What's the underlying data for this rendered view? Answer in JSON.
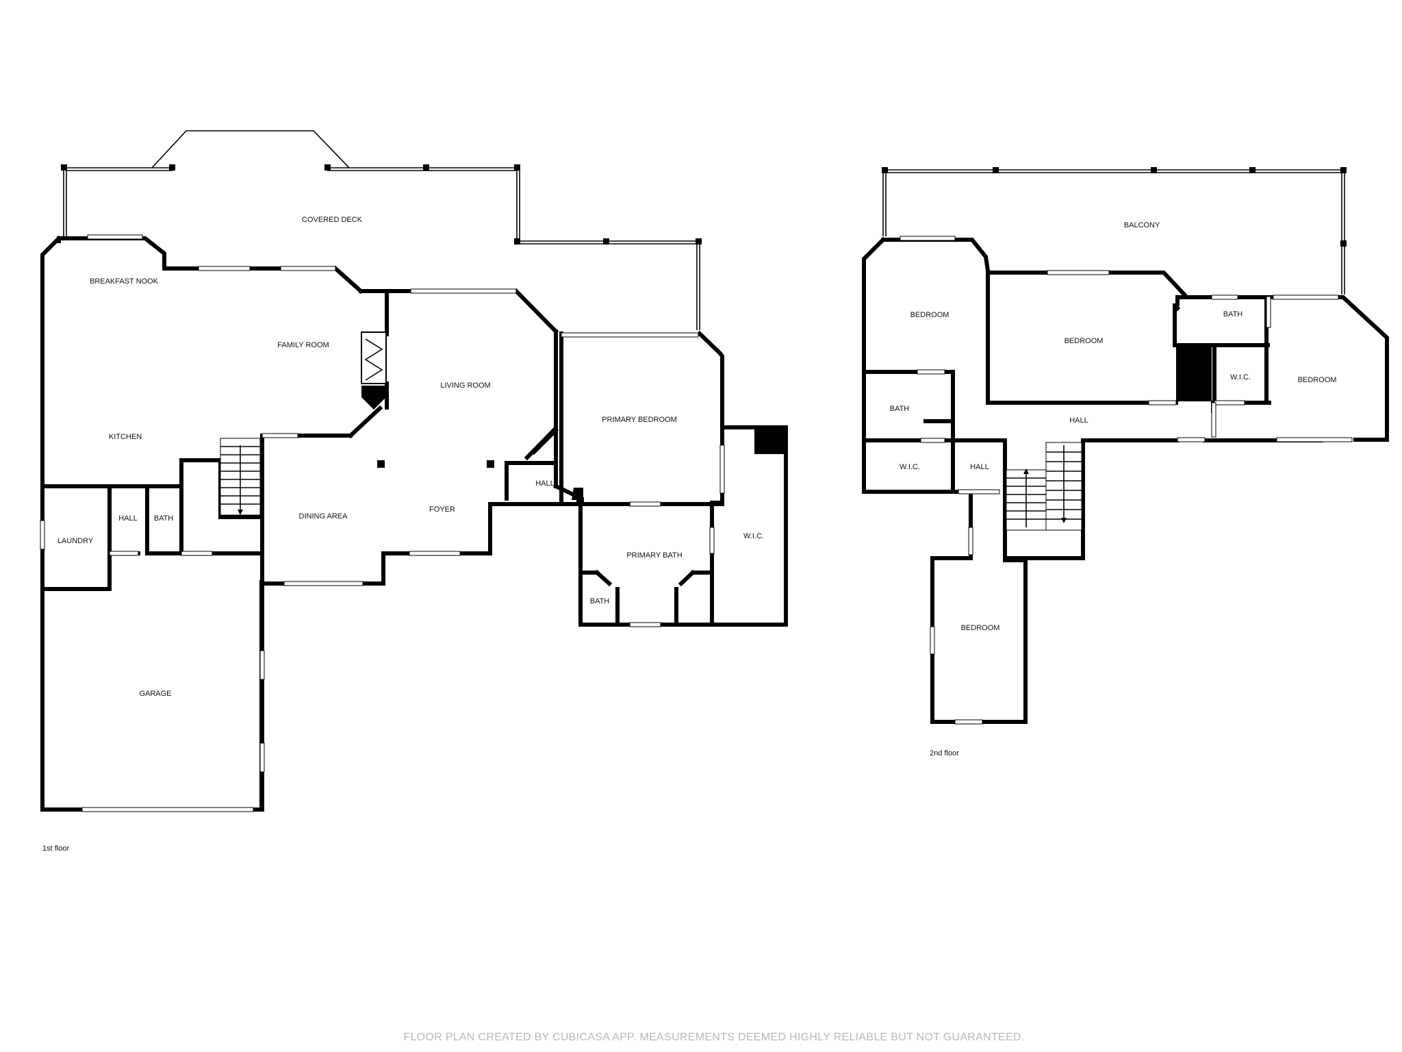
{
  "footer": {
    "text": "FLOOR PLAN CREATED BY CUBICASA APP. MEASUREMENTS DEEMED HIGHLY RELIABLE BUT NOT GUARANTEED."
  },
  "floors": {
    "first": {
      "label": "1st floor",
      "rooms": {
        "covered_deck": "COVERED DECK",
        "breakfast_nook": "BREAKFAST NOOK",
        "family_room": "FAMILY ROOM",
        "living_room": "LIVING ROOM",
        "kitchen": "KITCHEN",
        "primary_bedroom": "PRIMARY BEDROOM",
        "hall_center": "HALL",
        "dining_area": "DINING AREA",
        "foyer": "FOYER",
        "hall_left": "HALL",
        "bath_left": "BATH",
        "laundry": "LAUNDRY",
        "wic": "W.I.C.",
        "primary_bath": "PRIMARY BATH",
        "bath_primary_small": "BATH",
        "garage": "GARAGE"
      }
    },
    "second": {
      "label": "2nd floor",
      "rooms": {
        "balcony": "BALCONY",
        "bedroom_left": "BEDROOM",
        "bedroom_center": "BEDROOM",
        "bath_right": "BATH",
        "wic_right": "W.I.C.",
        "bedroom_right": "BEDROOM",
        "bath_left": "BATH",
        "hall_upper": "HALL",
        "wic_left": "W.I.C.",
        "hall_lower": "HALL",
        "bedroom_bottom": "BEDROOM"
      }
    }
  },
  "colors": {
    "wall": "#000000",
    "background": "#ffffff",
    "footer_text": "#b8b8b8"
  }
}
